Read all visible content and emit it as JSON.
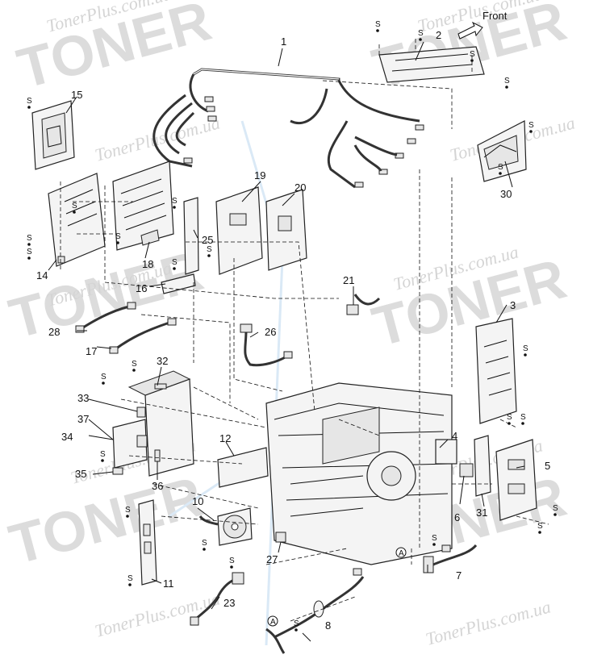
{
  "diagram": {
    "front_label": "Front",
    "screw_label": "S",
    "connection_marker": "A",
    "part_numbers": [
      "1",
      "2",
      "3",
      "4",
      "5",
      "6",
      "7",
      "8",
      "10",
      "11",
      "12",
      "14",
      "15",
      "16",
      "17",
      "18",
      "19",
      "20",
      "21",
      "23",
      "25",
      "26",
      "27",
      "28",
      "30",
      "31",
      "32",
      "33",
      "34",
      "35",
      "36",
      "37"
    ],
    "watermarks": [
      "TONER",
      "TonerPlus.com.ua"
    ]
  }
}
